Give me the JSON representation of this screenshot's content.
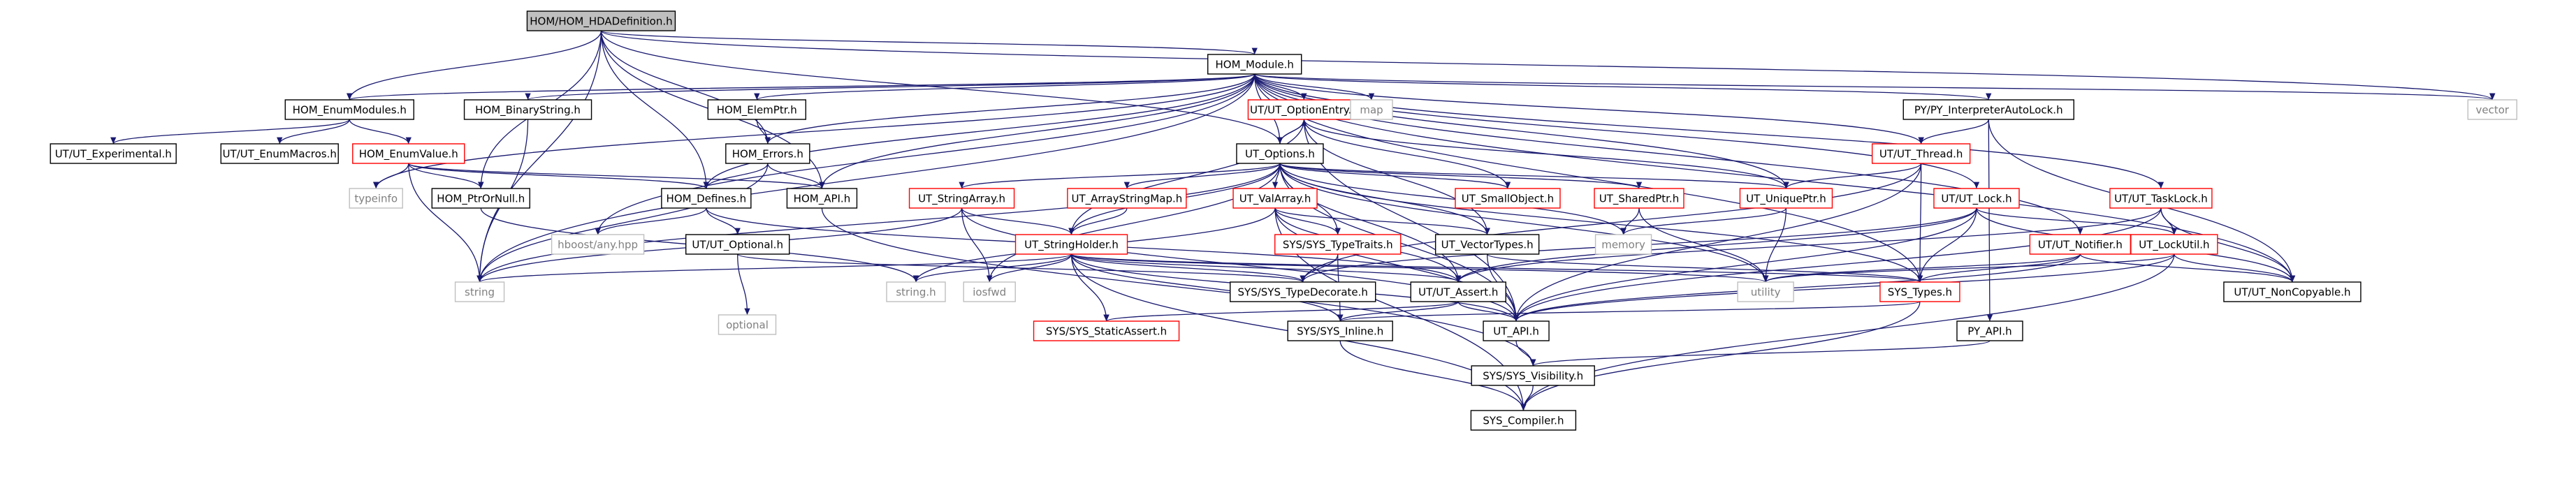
{
  "colors": {
    "root_fill": "#bfbfbf",
    "node_stroke_default": "#000000",
    "node_stroke_truncated": "#ff0000",
    "node_stroke_external": "#bfbfbf",
    "node_text_default": "#000000",
    "node_text_external": "#808080",
    "edge": "#191970"
  },
  "nodes": {
    "root": {
      "label": "HOM/HOM_HDADefinition.h",
      "kind": "root"
    },
    "hom_module": {
      "label": "HOM_Module.h",
      "kind": "normal"
    },
    "hom_enum_modules": {
      "label": "HOM_EnumModules.h",
      "kind": "normal"
    },
    "hom_binary_string": {
      "label": "HOM_BinaryString.h",
      "kind": "normal"
    },
    "hom_elem_ptr": {
      "label": "HOM_ElemPtr.h",
      "kind": "normal"
    },
    "ut_option_entry": {
      "label": "UT/UT_OptionEntry.h",
      "kind": "truncated"
    },
    "map": {
      "label": "map",
      "kind": "external"
    },
    "py_interpreter_autolock": {
      "label": "PY/PY_InterpreterAutoLock.h",
      "kind": "normal"
    },
    "vector": {
      "label": "vector",
      "kind": "external"
    },
    "ut_experimental": {
      "label": "UT/UT_Experimental.h",
      "kind": "normal"
    },
    "ut_enum_macros": {
      "label": "UT/UT_EnumMacros.h",
      "kind": "normal"
    },
    "hom_enum_value": {
      "label": "HOM_EnumValue.h",
      "kind": "truncated"
    },
    "hom_errors": {
      "label": "HOM_Errors.h",
      "kind": "normal"
    },
    "ut_options": {
      "label": "UT_Options.h",
      "kind": "normal"
    },
    "ut_thread": {
      "label": "UT/UT_Thread.h",
      "kind": "truncated"
    },
    "ut_lock": {
      "label": "UT/UT_Lock.h",
      "kind": "truncated"
    },
    "ut_task_lock": {
      "label": "UT/UT_TaskLock.h",
      "kind": "truncated"
    },
    "typeinfo": {
      "label": "typeinfo",
      "kind": "external"
    },
    "hom_ptr_or_null": {
      "label": "HOM_PtrOrNull.h",
      "kind": "normal"
    },
    "hom_defines": {
      "label": "HOM_Defines.h",
      "kind": "normal"
    },
    "hom_api": {
      "label": "HOM_API.h",
      "kind": "normal"
    },
    "ut_string_array": {
      "label": "UT_StringArray.h",
      "kind": "truncated"
    },
    "ut_array_string_map": {
      "label": "UT_ArrayStringMap.h",
      "kind": "truncated"
    },
    "ut_val_array": {
      "label": "UT_ValArray.h",
      "kind": "truncated"
    },
    "ut_small_object": {
      "label": "UT_SmallObject.h",
      "kind": "truncated"
    },
    "ut_shared_ptr": {
      "label": "UT_SharedPtr.h",
      "kind": "truncated"
    },
    "ut_unique_ptr": {
      "label": "UT_UniquePtr.h",
      "kind": "truncated"
    },
    "ut_notifier": {
      "label": "UT/UT_Notifier.h",
      "kind": "truncated"
    },
    "ut_lock_util": {
      "label": "UT_LockUtil.h",
      "kind": "truncated"
    },
    "hboost_any": {
      "label": "hboost/any.hpp",
      "kind": "external"
    },
    "ut_optional": {
      "label": "UT/UT_Optional.h",
      "kind": "normal"
    },
    "ut_string_holder": {
      "label": "UT_StringHolder.h",
      "kind": "truncated"
    },
    "sys_type_traits": {
      "label": "SYS/SYS_TypeTraits.h",
      "kind": "truncated"
    },
    "ut_vector_types": {
      "label": "UT_VectorTypes.h",
      "kind": "normal"
    },
    "memory": {
      "label": "memory",
      "kind": "external"
    },
    "string": {
      "label": "string",
      "kind": "external"
    },
    "optional": {
      "label": "optional",
      "kind": "external"
    },
    "string_h": {
      "label": "string.h",
      "kind": "external"
    },
    "iosfwd": {
      "label": "iosfwd",
      "kind": "external"
    },
    "sys_type_decorate": {
      "label": "SYS/SYS_TypeDecorate.h",
      "kind": "normal"
    },
    "ut_assert": {
      "label": "UT/UT_Assert.h",
      "kind": "normal"
    },
    "utility": {
      "label": "utility",
      "kind": "external"
    },
    "sys_types": {
      "label": "SYS_Types.h",
      "kind": "truncated"
    },
    "ut_non_copyable": {
      "label": "UT/UT_NonCopyable.h",
      "kind": "normal"
    },
    "sys_static_assert": {
      "label": "SYS/SYS_StaticAssert.h",
      "kind": "truncated"
    },
    "sys_inline": {
      "label": "SYS/SYS_Inline.h",
      "kind": "normal"
    },
    "ut_api": {
      "label": "UT_API.h",
      "kind": "normal"
    },
    "py_api": {
      "label": "PY_API.h",
      "kind": "normal"
    },
    "sys_visibility": {
      "label": "SYS/SYS_Visibility.h",
      "kind": "normal"
    },
    "sys_compiler": {
      "label": "SYS_Compiler.h",
      "kind": "normal"
    }
  },
  "edges": [
    [
      "root",
      "hom_module"
    ],
    [
      "root",
      "hom_enum_modules"
    ],
    [
      "root",
      "hom_errors"
    ],
    [
      "root",
      "hom_ptr_or_null"
    ],
    [
      "root",
      "hom_defines"
    ],
    [
      "root",
      "hom_api"
    ],
    [
      "root",
      "ut_options"
    ],
    [
      "root",
      "string"
    ],
    [
      "root",
      "vector"
    ],
    [
      "hom_module",
      "hom_enum_modules"
    ],
    [
      "hom_module",
      "hom_binary_string"
    ],
    [
      "hom_module",
      "hom_elem_ptr"
    ],
    [
      "hom_module",
      "ut_option_entry"
    ],
    [
      "hom_module",
      "map"
    ],
    [
      "hom_module",
      "py_interpreter_autolock"
    ],
    [
      "hom_module",
      "vector"
    ],
    [
      "hom_module",
      "hom_errors"
    ],
    [
      "hom_module",
      "hom_defines"
    ],
    [
      "hom_module",
      "hom_api"
    ],
    [
      "hom_module",
      "ut_options"
    ],
    [
      "hom_module",
      "ut_thread"
    ],
    [
      "hom_module",
      "ut_lock"
    ],
    [
      "hom_module",
      "ut_task_lock"
    ],
    [
      "hom_module",
      "ut_notifier"
    ],
    [
      "hom_module",
      "ut_unique_ptr"
    ],
    [
      "hom_module",
      "hboost_any"
    ],
    [
      "hom_module",
      "string"
    ],
    [
      "hom_module",
      "typeinfo"
    ],
    [
      "hom_module",
      "sys_types"
    ],
    [
      "hom_module",
      "ut_non_copyable"
    ],
    [
      "hom_enum_modules",
      "ut_experimental"
    ],
    [
      "hom_enum_modules",
      "ut_enum_macros"
    ],
    [
      "hom_enum_modules",
      "hom_enum_value"
    ],
    [
      "hom_binary_string",
      "string"
    ],
    [
      "hom_elem_ptr",
      "hom_errors"
    ],
    [
      "hom_enum_value",
      "typeinfo"
    ],
    [
      "hom_enum_value",
      "hom_ptr_or_null"
    ],
    [
      "hom_enum_value",
      "hom_defines"
    ],
    [
      "hom_enum_value",
      "hom_api"
    ],
    [
      "hom_enum_value",
      "string"
    ],
    [
      "hom_errors",
      "hom_defines"
    ],
    [
      "hom_errors",
      "hom_api"
    ],
    [
      "hom_errors",
      "string"
    ],
    [
      "hom_ptr_or_null",
      "string_h"
    ],
    [
      "hom_defines",
      "hboost_any"
    ],
    [
      "hom_defines",
      "ut_optional"
    ],
    [
      "hom_defines",
      "ut_assert"
    ],
    [
      "hom_api",
      "sys_visibility"
    ],
    [
      "ut_optional",
      "optional"
    ],
    [
      "ut_optional",
      "sys_type_decorate"
    ],
    [
      "ut_option_entry",
      "ut_options"
    ],
    [
      "ut_option_entry",
      "ut_string_holder"
    ],
    [
      "ut_option_entry",
      "ut_small_object"
    ],
    [
      "ut_option_entry",
      "ut_unique_ptr"
    ],
    [
      "ut_option_entry",
      "ut_vector_types"
    ],
    [
      "ut_option_entry",
      "ut_api"
    ],
    [
      "ut_options",
      "ut_option_entry"
    ],
    [
      "ut_options",
      "ut_string_array"
    ],
    [
      "ut_options",
      "ut_array_string_map"
    ],
    [
      "ut_options",
      "ut_val_array"
    ],
    [
      "ut_options",
      "ut_small_object"
    ],
    [
      "ut_options",
      "ut_shared_ptr"
    ],
    [
      "ut_options",
      "ut_unique_ptr"
    ],
    [
      "ut_options",
      "ut_string_holder"
    ],
    [
      "ut_options",
      "sys_type_traits"
    ],
    [
      "ut_options",
      "ut_vector_types"
    ],
    [
      "ut_options",
      "memory"
    ],
    [
      "ut_options",
      "string"
    ],
    [
      "ut_options",
      "utility"
    ],
    [
      "ut_options",
      "iosfwd"
    ],
    [
      "ut_options",
      "ut_api"
    ],
    [
      "ut_options",
      "sys_types"
    ],
    [
      "ut_options",
      "ut_assert"
    ],
    [
      "ut_string_array",
      "ut_string_holder"
    ],
    [
      "ut_string_array",
      "iosfwd"
    ],
    [
      "ut_string_array",
      "string"
    ],
    [
      "ut_string_array",
      "ut_api"
    ],
    [
      "ut_array_string_map",
      "ut_string_holder"
    ],
    [
      "ut_val_array",
      "sys_type_traits"
    ],
    [
      "ut_val_array",
      "ut_assert"
    ],
    [
      "ut_val_array",
      "string_h"
    ],
    [
      "ut_val_array",
      "ut_vector_types"
    ],
    [
      "ut_val_array",
      "sys_compiler"
    ],
    [
      "ut_val_array",
      "ut_api"
    ],
    [
      "ut_shared_ptr",
      "memory"
    ],
    [
      "ut_shared_ptr",
      "utility"
    ],
    [
      "ut_unique_ptr",
      "memory"
    ],
    [
      "ut_unique_ptr",
      "utility"
    ],
    [
      "ut_thread",
      "ut_unique_ptr"
    ],
    [
      "ut_thread",
      "sys_types"
    ],
    [
      "ut_thread",
      "ut_api"
    ],
    [
      "ut_thread",
      "sys_type_decorate"
    ],
    [
      "ut_lock",
      "ut_lock_util"
    ],
    [
      "ut_lock",
      "sys_types"
    ],
    [
      "ut_lock",
      "ut_non_copyable"
    ],
    [
      "ut_lock",
      "ut_assert"
    ],
    [
      "ut_lock",
      "ut_api"
    ],
    [
      "ut_lock",
      "sys_type_decorate"
    ],
    [
      "ut_task_lock",
      "ut_lock_util"
    ],
    [
      "ut_task_lock",
      "ut_non_copyable"
    ],
    [
      "ut_task_lock",
      "ut_api"
    ],
    [
      "ut_task_lock",
      "ut_assert"
    ],
    [
      "ut_notifier",
      "sys_types"
    ],
    [
      "ut_notifier",
      "ut_api"
    ],
    [
      "ut_notifier",
      "ut_non_copyable"
    ],
    [
      "ut_notifier",
      "utility"
    ],
    [
      "ut_lock_util",
      "ut_non_copyable"
    ],
    [
      "ut_lock_util",
      "sys_compiler"
    ],
    [
      "ut_lock_util",
      "ut_api"
    ],
    [
      "ut_lock_util",
      "utility"
    ],
    [
      "py_interpreter_autolock",
      "ut_thread"
    ],
    [
      "py_interpreter_autolock",
      "py_api"
    ],
    [
      "py_interpreter_autolock",
      "ut_non_copyable"
    ],
    [
      "ut_string_holder",
      "string"
    ],
    [
      "ut_string_holder",
      "string_h"
    ],
    [
      "ut_string_holder",
      "iosfwd"
    ],
    [
      "ut_string_holder",
      "utility"
    ],
    [
      "ut_string_holder",
      "sys_type_decorate"
    ],
    [
      "ut_string_holder",
      "ut_assert"
    ],
    [
      "ut_string_holder",
      "sys_types"
    ],
    [
      "ut_string_holder",
      "sys_static_assert"
    ],
    [
      "ut_string_holder",
      "sys_inline"
    ],
    [
      "ut_string_holder",
      "ut_api"
    ],
    [
      "ut_string_holder",
      "sys_compiler"
    ],
    [
      "sys_type_traits",
      "sys_type_decorate"
    ],
    [
      "sys_type_traits",
      "sys_inline"
    ],
    [
      "ut_vector_types",
      "sys_types"
    ],
    [
      "ut_vector_types",
      "ut_api"
    ],
    [
      "ut_assert",
      "sys_static_assert"
    ],
    [
      "ut_assert",
      "sys_inline"
    ],
    [
      "ut_assert",
      "ut_api"
    ],
    [
      "sys_types",
      "sys_inline"
    ],
    [
      "sys_types",
      "sys_compiler"
    ],
    [
      "sys_inline",
      "sys_compiler"
    ],
    [
      "ut_api",
      "sys_visibility"
    ],
    [
      "py_api",
      "sys_visibility"
    ],
    [
      "sys_visibility",
      "sys_compiler"
    ]
  ]
}
